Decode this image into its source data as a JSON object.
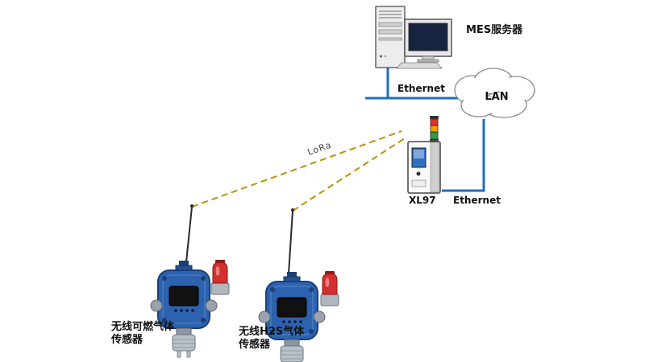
{
  "diagram": {
    "mes_server_label": "MES服务器",
    "ethernet_top_label": "Ethernet",
    "lan_label": "LAN",
    "lora_label": "LoRa",
    "gateway_label": "XL97",
    "ethernet_gateway_label": "Ethernet",
    "sensor_left": {
      "line1": "无线可燃气体",
      "line2": "传感器"
    },
    "sensor_right": {
      "line1": "无线H2S气体",
      "line2": "传感器"
    },
    "colors": {
      "ethernet_line": "#1e6cc0",
      "lora_line": "#bf9000",
      "sensor_body": "#2d62ae",
      "beacon_red": "#d32f2f",
      "stack_red": "#e03131",
      "stack_amber": "#f59f00",
      "stack_green": "#2f9e44"
    }
  }
}
